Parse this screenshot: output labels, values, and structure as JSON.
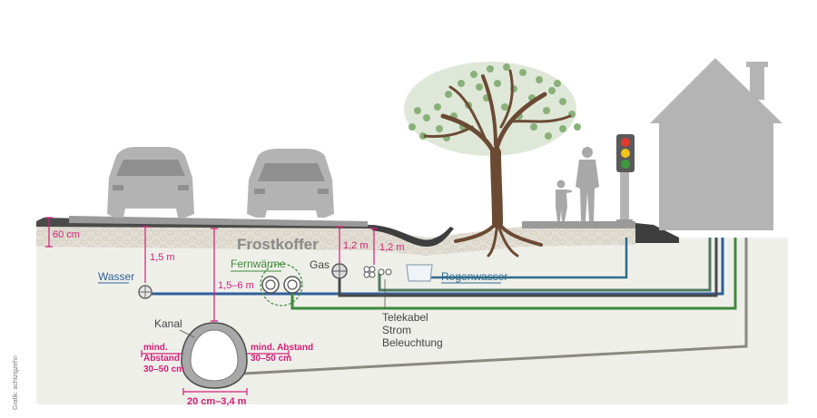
{
  "labels": {
    "frostkoffer": "Frostkoffer",
    "wasser": "Wasser",
    "fernwaerme": "Fernwärme",
    "gas": "Gas",
    "regenwasser": "Regenwasser",
    "kanal": "Kanal",
    "telekabel": "Telekabel",
    "strom": "Strom",
    "beleuchtung": "Beleuchtung"
  },
  "dimensions": {
    "d60cm": "60 cm",
    "d15m": "1,5 m",
    "d156m": "1,5–6 m",
    "d12m_a": "1,2 m",
    "d12m_b": "1,2 m",
    "abstand_left": [
      "mind.",
      "Abstand",
      "30–50 cm"
    ],
    "abstand_right": [
      "mind. Abstand",
      "30–50 cm"
    ],
    "width": "20 cm–3,4 m"
  },
  "credit": "Grafik: achtzigzehn",
  "colors": {
    "wasser": "#2f5f9a",
    "fernwaerme": "#3c8a3a",
    "gas": "#4a4a4a",
    "regenwasser": "#2f6a8a",
    "kanal_line": "#8a8a80",
    "dimension": "#d1207a",
    "ground": "#efefea",
    "frostkoffer": "#e0dcd2",
    "grey": "#b4b4b4"
  }
}
